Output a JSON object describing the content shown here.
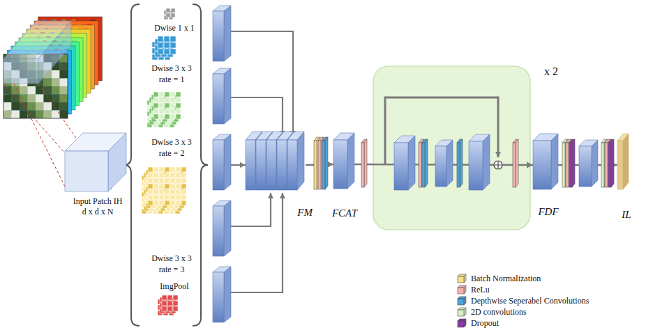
{
  "diagram": {
    "nodes": [
      {
        "text": [
          "Input Patch IH",
          "d x d x N"
        ]
      },
      {
        "text": [
          "FM"
        ]
      },
      {
        "text": [
          "FCAT"
        ]
      },
      {
        "text": [
          "FDF"
        ]
      },
      {
        "text": [
          "IL"
        ]
      }
    ],
    "edges": [
      {
        "from": 1,
        "to": 2,
        "arrow": "to"
      },
      {
        "from": 2,
        "to": 3,
        "arrow": "to"
      },
      {
        "from": 3,
        "to": 4,
        "arrow": "to"
      }
    ],
    "labels": [
      "Dwise 1 x 1",
      "Dwise 3 x 3 rate = 1",
      "Dwise 3 x 3 rate = 2",
      "Dwise 3 x 3 rate = 3",
      "ImgPool",
      "x 2"
    ],
    "legend": [
      {
        "text": "Batch Normalization",
        "color": "#f6e08a"
      },
      {
        "text": "ReLu",
        "color": "#f4b3ae"
      },
      {
        "text": "Depthwise Seperabel Convolutions",
        "color": "#4fa3d6"
      },
      {
        "text": "2D convolutions",
        "color": "#d8efc6"
      },
      {
        "text": "Dropout",
        "color": "#8b3aa8"
      }
    ]
  }
}
